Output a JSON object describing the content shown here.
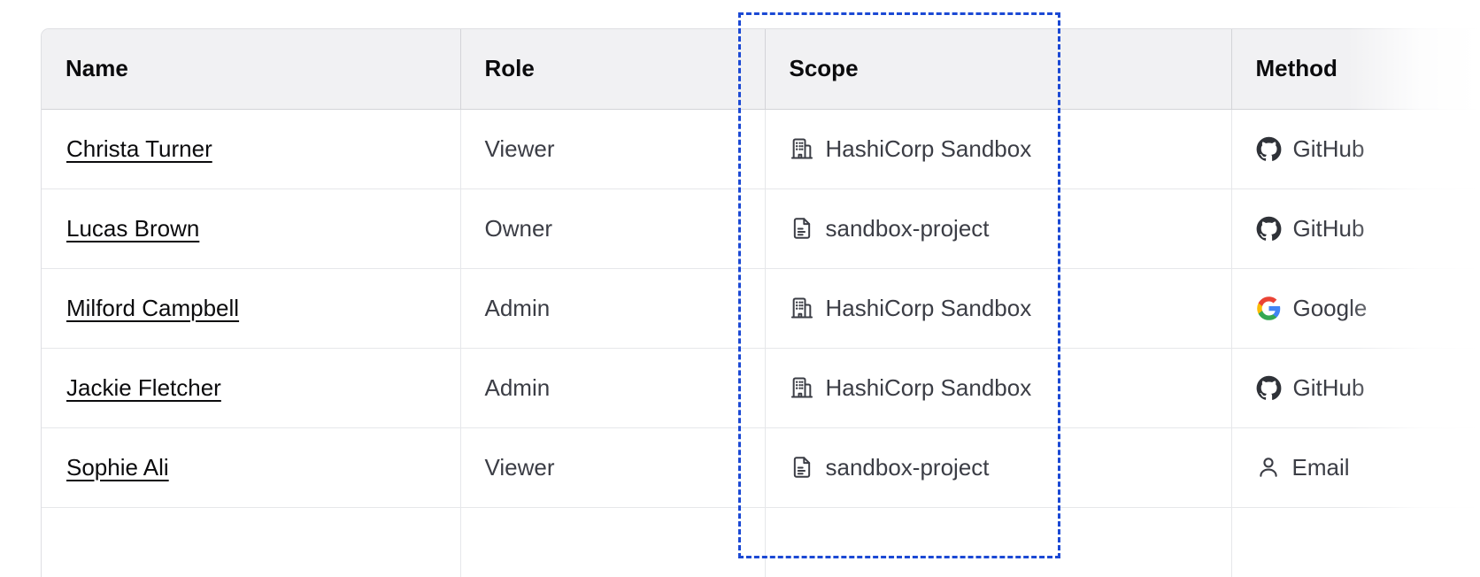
{
  "table": {
    "columns": [
      {
        "key": "name",
        "label": "Name"
      },
      {
        "key": "role",
        "label": "Role"
      },
      {
        "key": "scope",
        "label": "Scope"
      },
      {
        "key": "method",
        "label": "Method"
      }
    ],
    "rows": [
      {
        "name": "Christa Turner",
        "role": "Viewer",
        "scope": "HashiCorp Sandbox",
        "scope_icon": "organization-icon",
        "method": "GitHub",
        "method_icon": "github-icon"
      },
      {
        "name": "Lucas Brown",
        "role": "Owner",
        "scope": "sandbox-project",
        "scope_icon": "project-document-icon",
        "method": "GitHub",
        "method_icon": "github-icon"
      },
      {
        "name": "Milford Campbell",
        "role": "Admin",
        "scope": "HashiCorp Sandbox",
        "scope_icon": "organization-icon",
        "method": "Google",
        "method_icon": "google-icon"
      },
      {
        "name": "Jackie Fletcher",
        "role": "Admin",
        "scope": "HashiCorp Sandbox",
        "scope_icon": "organization-icon",
        "method": "GitHub",
        "method_icon": "github-icon"
      },
      {
        "name": "Sophie Ali",
        "role": "Viewer",
        "scope": "sandbox-project",
        "scope_icon": "project-document-icon",
        "method": "Email",
        "method_icon": "user-icon"
      }
    ]
  },
  "selection": {
    "target_column": "Scope",
    "border_color": "#1b49d4",
    "style": "dashed"
  },
  "colors": {
    "header_background": "#f1f1f3",
    "header_text": "#0b0b0d",
    "body_text": "#3b3d45",
    "link_text": "#0b0b0d",
    "row_border": "#e6e7ea",
    "table_border": "#dedfe3",
    "selection_blue": "#1b49d4",
    "google_red": "#ea4335",
    "google_yellow": "#fbbc05",
    "google_green": "#34a853",
    "google_blue": "#4285f4",
    "github_dark": "#2f3238"
  }
}
